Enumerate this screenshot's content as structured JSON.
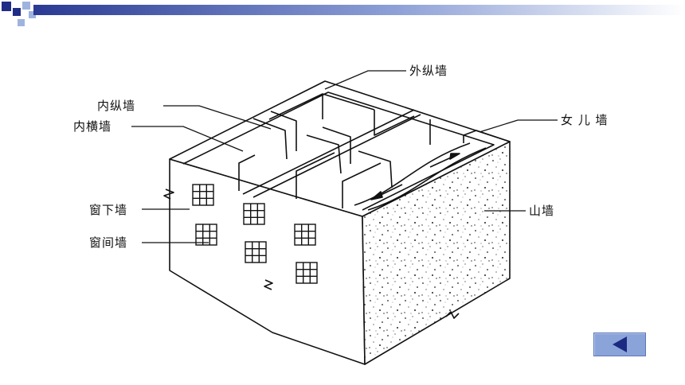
{
  "labels": {
    "outer_longitudinal": "外纵墙",
    "inner_longitudinal": "内纵墙",
    "inner_transverse": "内横墙",
    "parapet": "女 儿 墙",
    "below_window": "窗下墙",
    "gable": "山墙",
    "between_window": "窗间墙"
  },
  "icons": {
    "back": "triangle-left-icon"
  },
  "colors": {
    "header_dark": "#1f2d86",
    "header_light": "#9fb3df",
    "button": "#8aa3d9",
    "ink": "#111111"
  }
}
